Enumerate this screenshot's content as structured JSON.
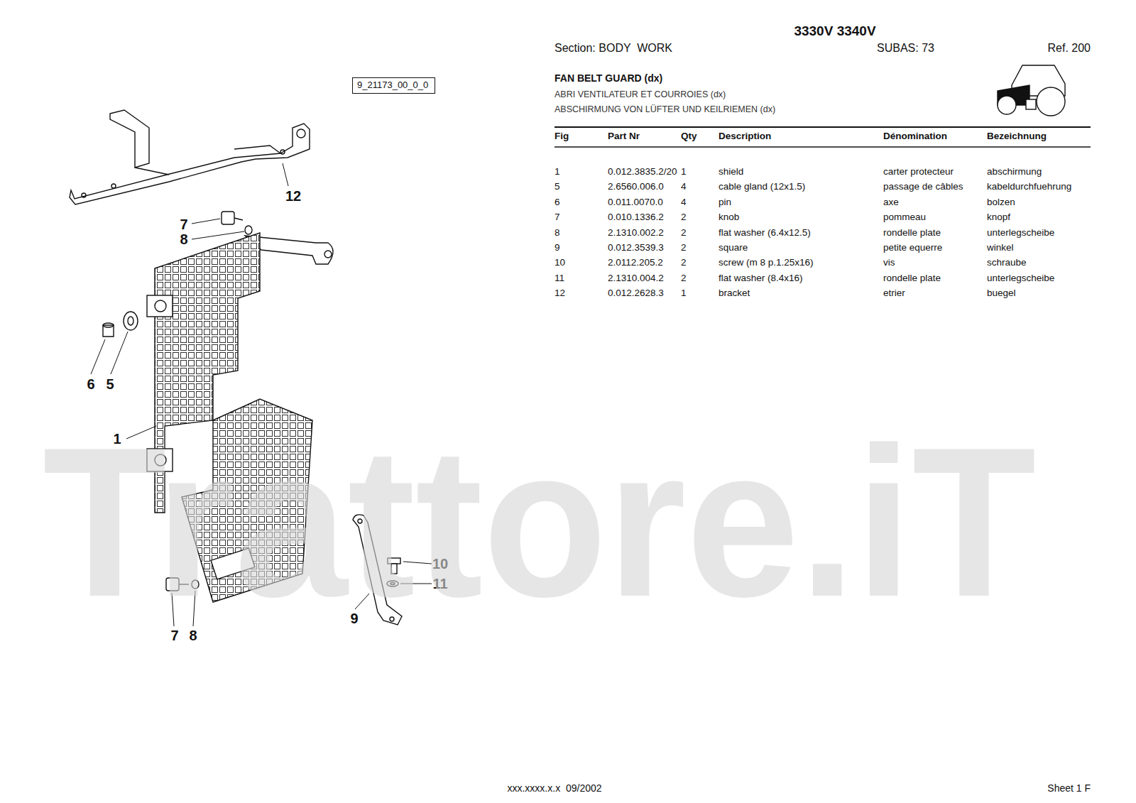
{
  "diagram": {
    "title": "FAN BELT GUARD (dx)",
    "nodes": [
      {
        "text": [
          "9_21173_00_0_0"
        ]
      }
    ],
    "labels": [
      "3330V 3340V",
      "Section: BODY  WORK",
      "SUBAS: 73",
      "Ref. 200",
      "ABRI VENTILATEUR ET COURROIES (dx)",
      "ABSCHIRMUNG VON LÜFTER UND KEILRIEMEN (dx)",
      "Fig",
      "Part Nr",
      "Qty",
      "Description",
      "Dénomination",
      "Bezeichnung",
      "1",
      "0.012.3835.2/20",
      "1",
      "shield",
      "carter protecteur",
      "abschirmung",
      "5",
      "2.6560.006.0",
      "4",
      "cable gland (12x1.5)",
      "passage de câbles",
      "kabeldurchfuehrung",
      "6",
      "0.011.0070.0",
      "4",
      "pin",
      "axe",
      "bolzen",
      "7",
      "0.010.1336.2",
      "2",
      "knob",
      "pommeau",
      "knopf",
      "8",
      "2.1310.002.2",
      "2",
      "flat washer (6.4x12.5)",
      "rondelle plate",
      "unterlegscheibe",
      "9",
      "0.012.3539.3",
      "2",
      "square",
      "petite equerre",
      "winkel",
      "10",
      "2.0112.205.2",
      "2",
      "screw (m 8 p.1.25x16)",
      "vis",
      "schraube",
      "11",
      "2.1310.004.2",
      "2",
      "flat washer (8.4x16)",
      "rondelle plate",
      "unterlegscheibe",
      "12",
      "0.012.2628.3",
      "1",
      "bracket",
      "etrier",
      "buegel",
      "12",
      "7",
      "8",
      "6",
      "5",
      "1",
      "10",
      "11",
      "9",
      "7",
      "8",
      "Trattore.iT",
      "xxx.xxxx.x.x  09/2002",
      "Sheet 1 F"
    ]
  }
}
